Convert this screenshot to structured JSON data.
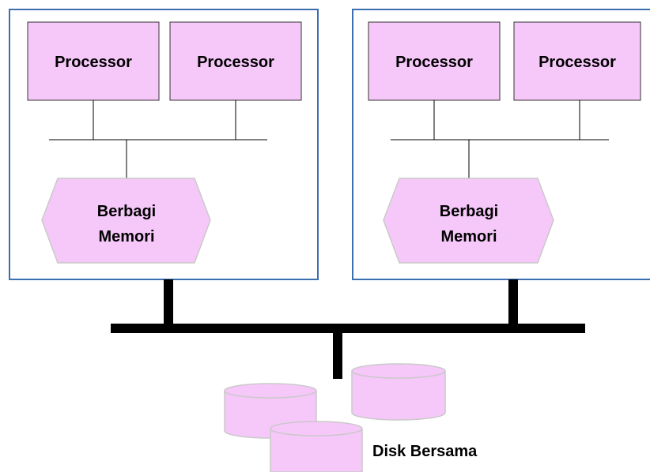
{
  "nodes": [
    {
      "processors": [
        {
          "label": "Processor"
        },
        {
          "label": "Processor"
        }
      ],
      "memory": {
        "line1": "Berbagi",
        "line2": "Memori"
      }
    },
    {
      "processors": [
        {
          "label": "Processor"
        },
        {
          "label": "Processor"
        }
      ],
      "memory": {
        "line1": "Berbagi",
        "line2": "Memori"
      }
    }
  ],
  "storage": {
    "label": "Disk Bersama",
    "disk_count": 3
  },
  "colors": {
    "component_fill": "#f6c8f9",
    "node_border": "#3b6fb0",
    "bus": "#000000"
  }
}
